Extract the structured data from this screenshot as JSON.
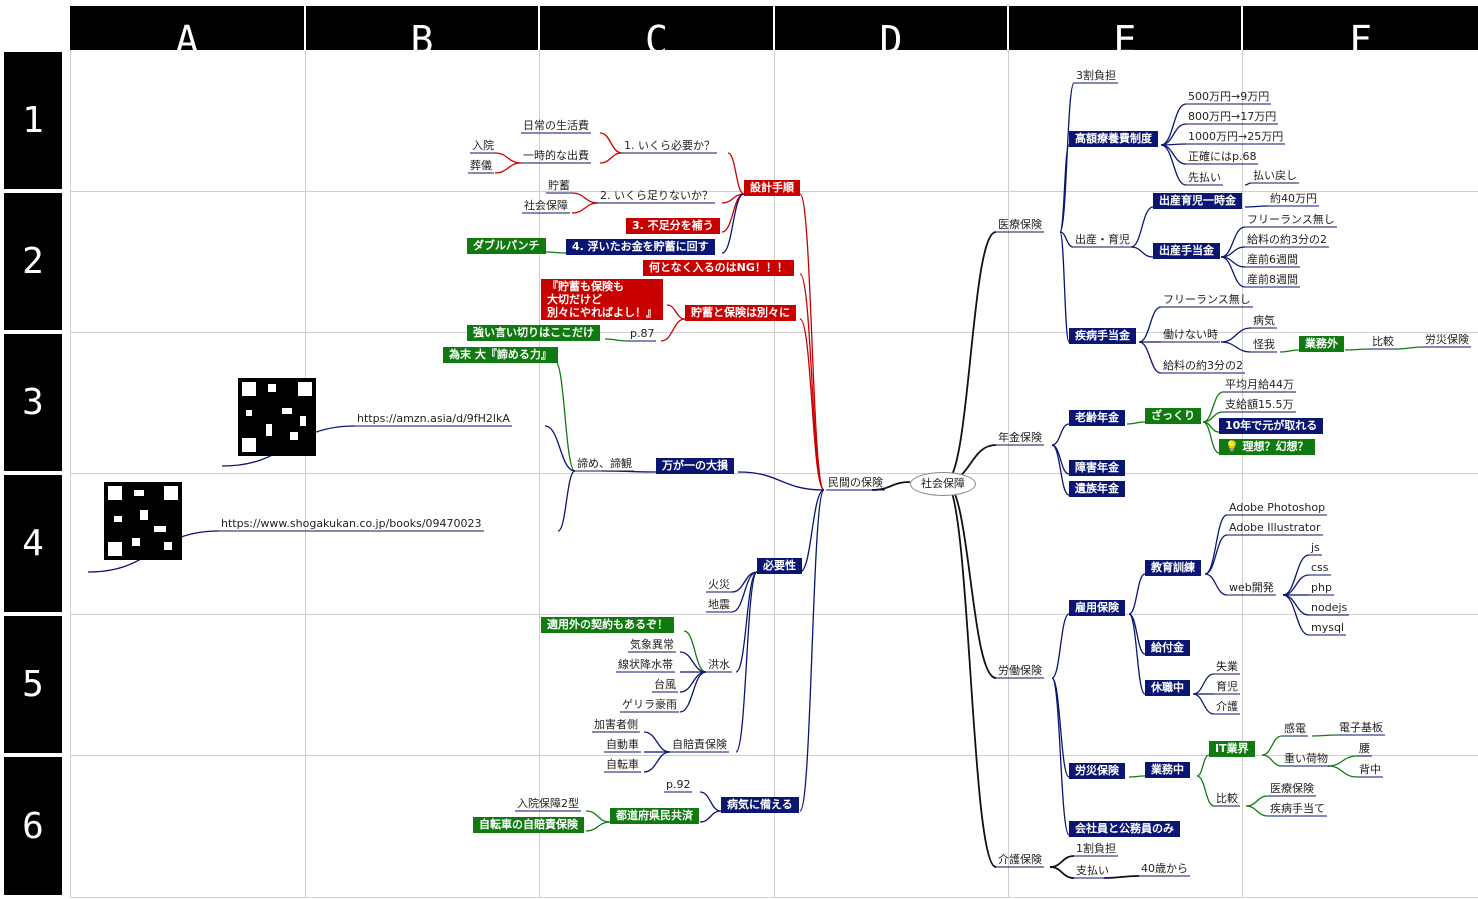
{
  "columns": [
    "A",
    "B",
    "C",
    "D",
    "E",
    "F"
  ],
  "rows": [
    "1",
    "2",
    "3",
    "4",
    "5",
    "6"
  ],
  "mindmap": {
    "center": "社会保障",
    "private": {
      "root": "民間の保険",
      "design": "設計手順",
      "q1": "1. いくら必要か？",
      "q1a": "日常の生活費",
      "q1b": "一時的な出費",
      "q1b1": "入院",
      "q1b2": "葬儀",
      "q2": "2. いくら足りないか？",
      "q2a": "貯蓄",
      "q2b": "社会保障",
      "s3": "3. 不足分を補う",
      "s4": "4. 浮いたお金を貯蓄に回す",
      "s4a": "ダブルパンチ",
      "ng": "何となく入るのはNG！！！",
      "sep": "貯蓄と保険は別々に",
      "sep_note": "『貯蓄も保険も\n大切だけど\n別々にやればよし！』",
      "p87": "p.87",
      "strong": "強い言い切りはここだけ",
      "big": "万が一の大損",
      "give": "諦め、諦観",
      "book": "為末 大『諦める力』",
      "url1": "https://amzn.asia/d/9fH2lkA",
      "url2": "https://www.shogakukan.co.jp/books/09470023",
      "need": "必要性",
      "fire": "火災",
      "quake": "地震",
      "flood": "洪水",
      "fl1": "適用外の契約もあるぞ！",
      "fl2": "気象異常",
      "fl3": "線状降水帯",
      "fl4": "台風",
      "fl5": "ゲリラ豪雨",
      "liab": "自賠責保険",
      "li1": "加害者側",
      "li2": "自動車",
      "li3": "自転車",
      "ill": "病気に備える",
      "p92": "p.92",
      "pref": "都道府県民共済",
      "pr1": "入院保障2型",
      "pr2": "自転車の自賠責保険"
    },
    "social": {
      "med": "医療保険",
      "m1": "3割負担",
      "high": "高額療養費制度",
      "h1": "500万円→9万円",
      "h2": "800万円→17万円",
      "h3": "1000万円→25万円",
      "h4": "正確にはp.68",
      "h5": "先払い",
      "h5a": "払い戻し",
      "birth": "出産・育児",
      "b1": "出産育児一時金",
      "b1a": "約40万円",
      "b2": "出産手当金",
      "b2a": "フリーランス無し",
      "b2b": "給料の約3分の2",
      "b2c": "産前6週間",
      "b2d": "産前8週間",
      "sick": "疾病手当金",
      "sk1": "フリーランス無し",
      "sk2": "働けない時",
      "sk2a": "病気",
      "sk2b": "怪我",
      "sk2c": "業務外",
      "sk2d": "比較",
      "sk2e": "労災保険",
      "sk3": "給料の約3分の2",
      "pen": "年金保険",
      "old": "老齢年金",
      "rough": "ざっくり",
      "o1": "平均月給44万",
      "o2": "支給額15.5万",
      "o3": "10年で元が取れる",
      "o4": "理想？幻想？",
      "dis": "障害年金",
      "sur": "遺族年金",
      "lab": "労働保険",
      "emp": "雇用保険",
      "edu": "教育訓練",
      "ps": "Adobe Photoshop",
      "ai": "Adobe Illustrator",
      "web": "web開発",
      "w1": "js",
      "w2": "css",
      "w3": "php",
      "w4": "nodejs",
      "w5": "mysql",
      "ben": "給付金",
      "leave": "休職中",
      "lv1": "失業",
      "lv2": "育児",
      "lv3": "介護",
      "acc": "労災保険",
      "work": "業務中",
      "it": "IT業界",
      "it1": "感電",
      "it1a": "電子基板",
      "it2": "重い荷物",
      "it2a": "腰",
      "it2b": "背中",
      "cmp": "比較",
      "c1": "医療保険",
      "c2": "疾病手当て",
      "gov": "会社員と公務員のみ",
      "care": "介護保険",
      "ca1": "1割負担",
      "ca2": "支払い",
      "ca2a": "40歳から"
    }
  },
  "colors": {
    "red": "#c80000",
    "navy": "#0a1672",
    "green": "#107a10",
    "black": "#111111"
  },
  "icons": [
    "lightbulb-icon",
    "qr-code-icon"
  ]
}
